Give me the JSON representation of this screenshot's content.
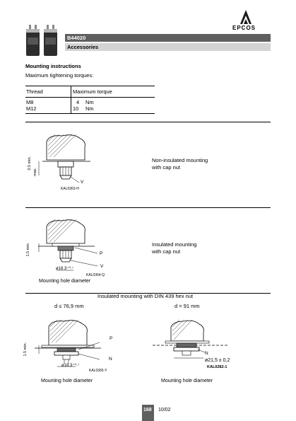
{
  "brand": {
    "name": "EPCOS"
  },
  "header": {
    "part_number": "B44020",
    "category": "Accessories"
  },
  "section": {
    "title": "Mounting instructions",
    "subtitle": "Maximum tightening torques:"
  },
  "torque_table": {
    "headers": [
      "Thread",
      "Maximum torque"
    ],
    "rows": [
      {
        "thread": "M8",
        "value": "4",
        "unit": "Nm"
      },
      {
        "thread": "M12",
        "value": "10",
        "unit": "Nm"
      }
    ]
  },
  "figures": {
    "non_insulated": {
      "caption_line1": "Non-insulated mounting",
      "caption_line2": "with cap nut",
      "code": "KAL0363-H",
      "label_v": "V",
      "dim_a": "0.5 min.",
      "dim_b": "max."
    },
    "insulated": {
      "caption_line1": "Insulated mounting",
      "caption_line2": "with cap nut",
      "code": "KAL0364-Q",
      "label_p": "P",
      "label_v": "V",
      "dim_a": "1.5 min.",
      "hole": "ø18.3⁺⁰·⁷",
      "hole_caption": "Mounting hole diameter"
    },
    "din439": {
      "title": "Insulated mounting with DIN 439 hex nut",
      "left": {
        "condition": "d ≤ 76,9 mm",
        "code": "KAL0365-Y",
        "label_p": "P",
        "label_n": "N",
        "dim_a": "1.5 min.",
        "hole": "ø18.3⁺⁰·⁷",
        "hole_caption": "Mounting hole diameter"
      },
      "right": {
        "condition": "d = 91 mm",
        "code": "KAL0282-1",
        "label_n": "N",
        "hole": "ø21,5 ± 0,2",
        "hole_caption": "Mounting hole diameter"
      }
    }
  },
  "footer": {
    "page": "168",
    "date": "10/02"
  }
}
